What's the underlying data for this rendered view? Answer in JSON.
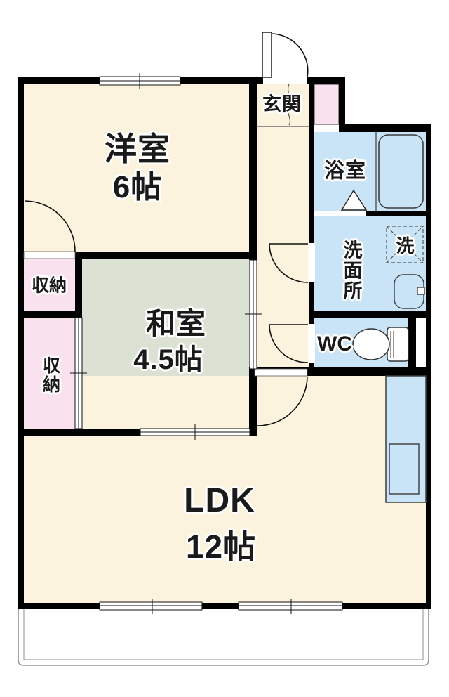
{
  "plan_type": "apartment-floor-plan",
  "rooms": {
    "yoshitsu": {
      "name": "洋室",
      "size": "6帖"
    },
    "washitsu": {
      "name": "和室",
      "size": "4.5帖"
    },
    "ldk": {
      "name": "LDK",
      "size": "12帖"
    },
    "genkan": {
      "name": "玄関"
    },
    "bathroom": {
      "name": "浴室"
    },
    "washroom": {
      "name": "洗面所"
    },
    "wc": {
      "name": "WC"
    },
    "laundry_space": {
      "name": "洗"
    },
    "storage_upper": {
      "name": "収納"
    },
    "storage_lower": {
      "name": "収納"
    }
  },
  "fixtures": {
    "bathtub": "bathtub-icon",
    "bath_folding_door": "triangle-folding-door-icon",
    "washing_machine_pan": "dashed-box-x-icon",
    "vanity_sink": "sink-icon",
    "toilet": "toilet-icon",
    "kitchen_counter": "kitchen-counter-icon",
    "kitchen_sink": "sink-basin-icon",
    "entrance_door": "swing-door-icon",
    "balcony": "balcony-outline"
  },
  "colors": {
    "room_cream": "#FCF3DE",
    "tatami_green": "#DBE2D3",
    "water_blue": "#C9E4F6",
    "storage_pink": "#F9E2EE",
    "wall_black": "#000000",
    "opening_white": "#FFFFFF",
    "fixture_gray": "#3c3c3c",
    "balcony_gray": "#909090",
    "text_dark": "#1A1A1A"
  }
}
